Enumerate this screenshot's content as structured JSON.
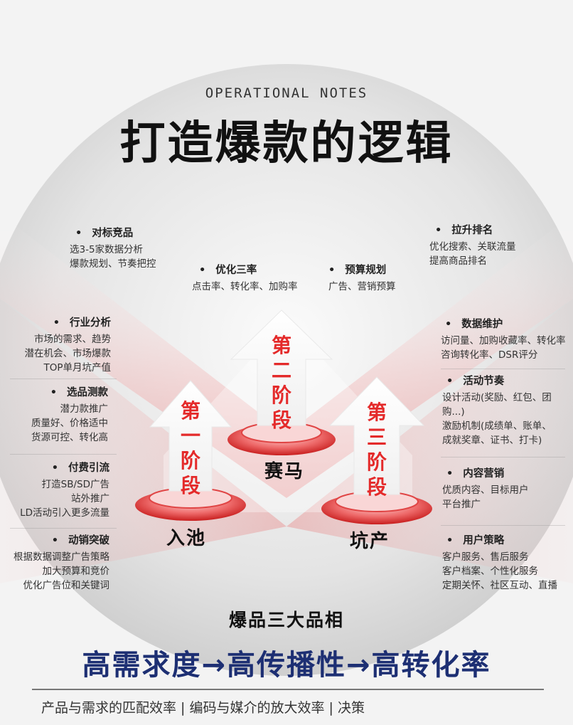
{
  "header": {
    "eyebrow": "OPERATIONAL NOTES",
    "title": "打造爆款的逻辑"
  },
  "top_items": [
    {
      "title": "对标竞品",
      "lines": [
        "选3-5家数据分析",
        "爆款规划、节奏把控"
      ]
    },
    {
      "title": "优化三率",
      "lines": [
        "点击率、转化率、加购率"
      ]
    },
    {
      "title": "预算规划",
      "lines": [
        "广告、营销预算"
      ]
    },
    {
      "title": "拉升排名",
      "lines": [
        "优化搜索、关联流量",
        "提高商品排名"
      ]
    }
  ],
  "left_items": [
    {
      "title": "行业分析",
      "lines": [
        "市场的需求、趋势",
        "潜在机会、市场爆款",
        "TOP单月坑产值"
      ]
    },
    {
      "title": "选品测款",
      "lines": [
        "潜力款推广",
        "质量好、价格适中",
        "货源可控、转化高"
      ]
    },
    {
      "title": "付费引流",
      "lines": [
        "打造SB/SD广告",
        "站外推广",
        "LD活动引入更多流量"
      ]
    },
    {
      "title": "动销突破",
      "lines": [
        "根据数据调整广告策略",
        "加大预算和竞价",
        "优化广告位和关键词"
      ]
    }
  ],
  "right_items": [
    {
      "title": "数据维护",
      "lines": [
        "访问量、加购收藏率、转化率",
        "咨询转化率、DSR评分"
      ]
    },
    {
      "title": "活动节奏",
      "lines": [
        "设计活动(奖励、红包、团",
        "购...)",
        "激励机制(成绩单、账单、",
        "成就奖章、证书、打卡)"
      ]
    },
    {
      "title": "内容营销",
      "lines": [
        "优质内容、目标用户",
        "平台推广"
      ]
    },
    {
      "title": "用户策略",
      "lines": [
        "客户服务、售后服务",
        "客户档案、个性化服务",
        "定期关怀、社区互动、直播"
      ]
    }
  ],
  "stages": [
    {
      "arrow_chars": [
        "第",
        "一",
        "阶",
        "段"
      ],
      "label": "入池"
    },
    {
      "arrow_chars": [
        "第",
        "二",
        "阶",
        "段"
      ],
      "label": "赛马"
    },
    {
      "arrow_chars": [
        "第",
        "三",
        "阶",
        "段"
      ],
      "label": "坑产"
    }
  ],
  "bullet": "•",
  "subtitle": "爆品三大品相",
  "formula": "高需求度→高传播性→高转化率",
  "footer": "产品与需求的匹配效率 | 编码与媒介的放大效率 | 决策",
  "colors": {
    "accent": "#e42a2a",
    "formula": "#1d2f73"
  }
}
